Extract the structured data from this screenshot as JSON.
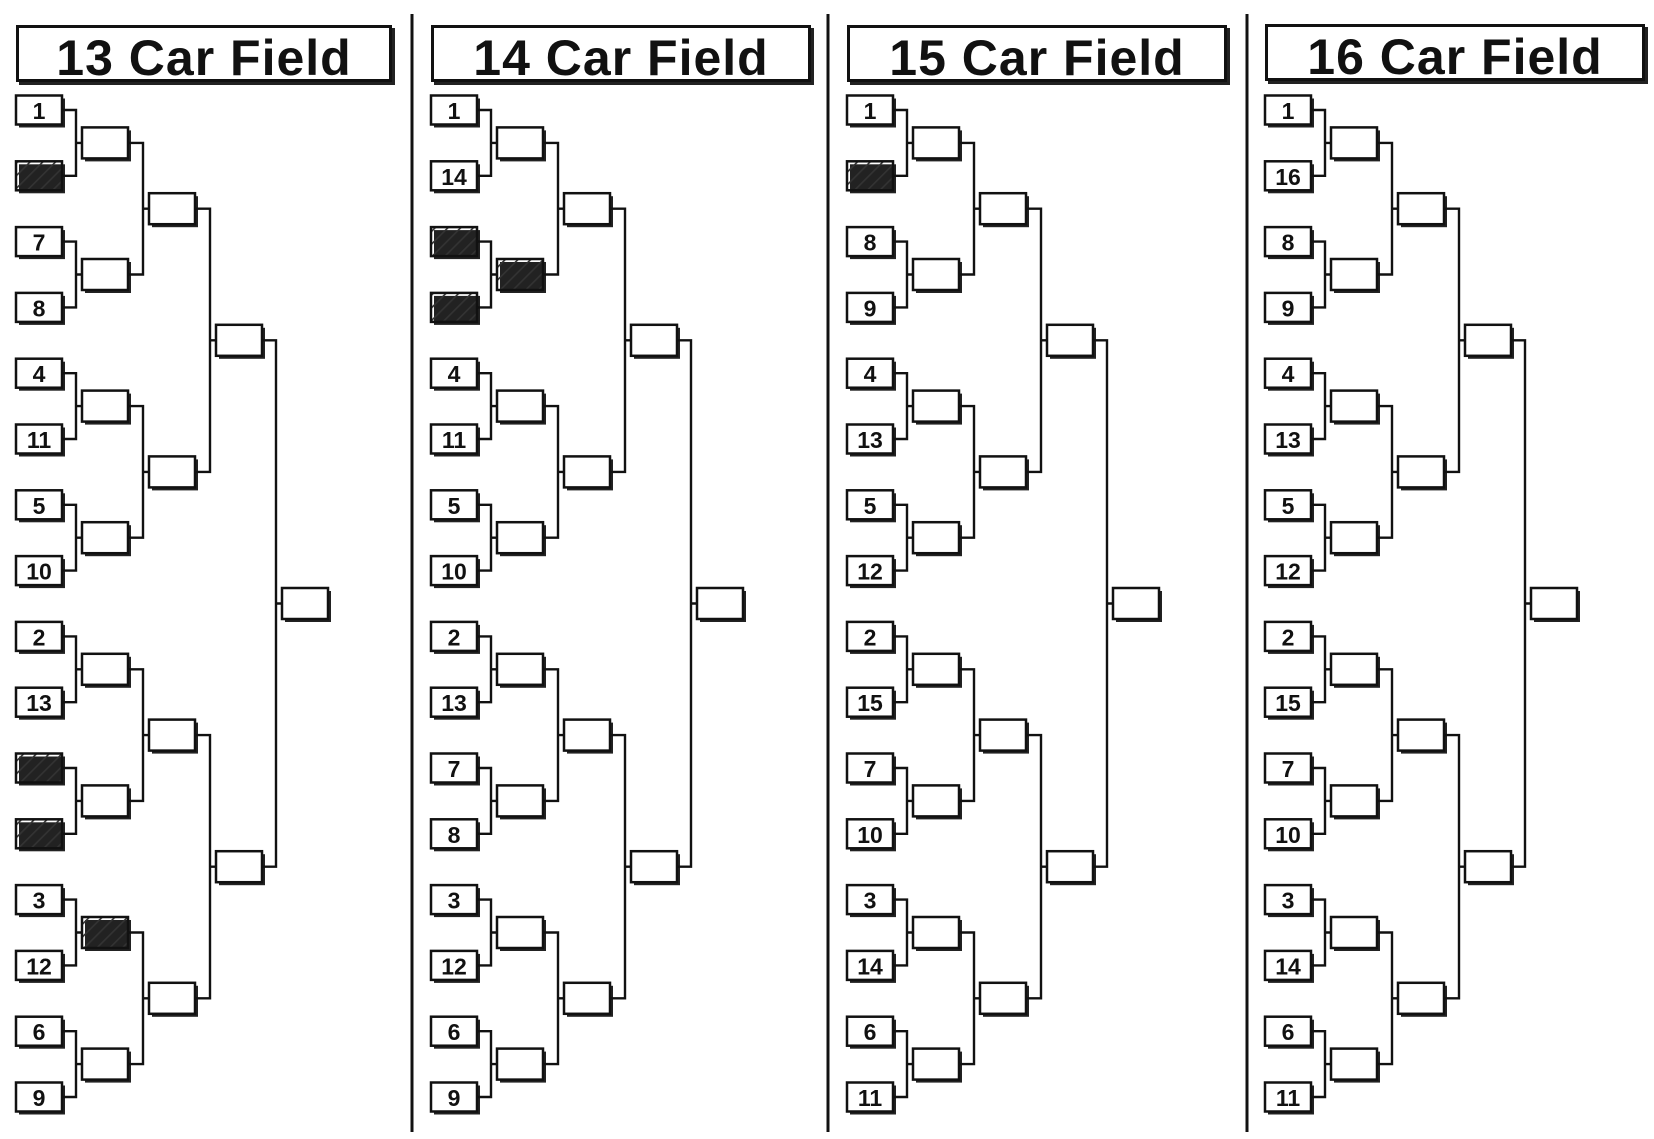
{
  "brackets": [
    {
      "title": "13 Car Field",
      "seeds": [
        "1",
        "bye",
        "7",
        "8",
        "4",
        "11",
        "5",
        "10",
        "2",
        "13",
        "bye",
        "bye",
        "3",
        "12",
        "6",
        "9"
      ],
      "round1_byes": [
        false,
        false,
        false,
        false,
        false,
        false,
        true,
        false
      ]
    },
    {
      "title": "14 Car Field",
      "seeds": [
        "1",
        "14",
        "bye",
        "bye",
        "4",
        "11",
        "5",
        "10",
        "2",
        "13",
        "7",
        "8",
        "3",
        "12",
        "6",
        "9"
      ],
      "round1_byes": [
        false,
        true,
        false,
        false,
        false,
        false,
        false,
        false
      ]
    },
    {
      "title": "15 Car Field",
      "seeds": [
        "1",
        "bye",
        "8",
        "9",
        "4",
        "13",
        "5",
        "12",
        "2",
        "15",
        "7",
        "10",
        "3",
        "14",
        "6",
        "11"
      ],
      "round1_byes": [
        false,
        false,
        false,
        false,
        false,
        false,
        false,
        false
      ]
    },
    {
      "title": "16 Car Field",
      "seeds": [
        "1",
        "16",
        "8",
        "9",
        "4",
        "13",
        "5",
        "12",
        "2",
        "15",
        "7",
        "10",
        "3",
        "14",
        "6",
        "11"
      ],
      "round1_byes": [
        false,
        false,
        false,
        false,
        false,
        false,
        false,
        false
      ]
    }
  ],
  "colors": {
    "ink": "#111111",
    "shadow": "#222222",
    "hatch": "#333333",
    "paper": "#ffffff"
  }
}
